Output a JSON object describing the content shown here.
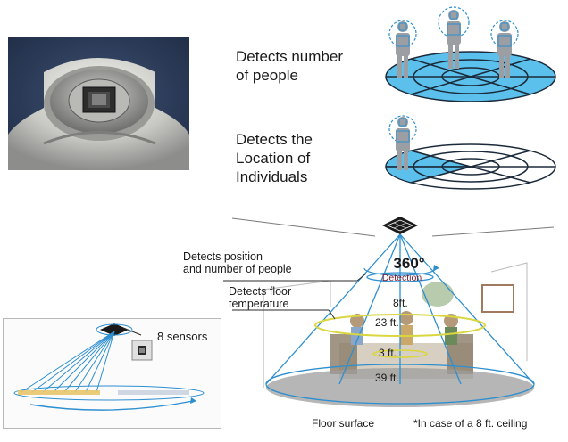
{
  "features": {
    "count_heading_line1": "Detects number",
    "count_heading_line2": "of people",
    "location_heading_line1": "Detects the",
    "location_heading_line2": "Location of",
    "location_heading_line3": "Individuals"
  },
  "room_diagram": {
    "position_label_line1": "Detects position",
    "position_label_line2": "and number of people",
    "floor_temp_label_line1": "Detects floor",
    "floor_temp_label_line2": "temperature",
    "detection_angle": "360°",
    "detection_word": "Detection",
    "height_label": "8ft.",
    "ring_23": "23 ft.",
    "ring_3": "3 ft.",
    "ring_39": "39 ft.",
    "floor_caption": "Floor surface",
    "footnote": "*In case of a 8 ft. ceiling"
  },
  "inset": {
    "sensors_label": "8 sensors"
  },
  "colors": {
    "accent_blue": "#2e8fd0",
    "zone_fill": "#5bc0eb",
    "yellow_ring": "#d9d640",
    "detection_text": "#7a1a2e"
  }
}
